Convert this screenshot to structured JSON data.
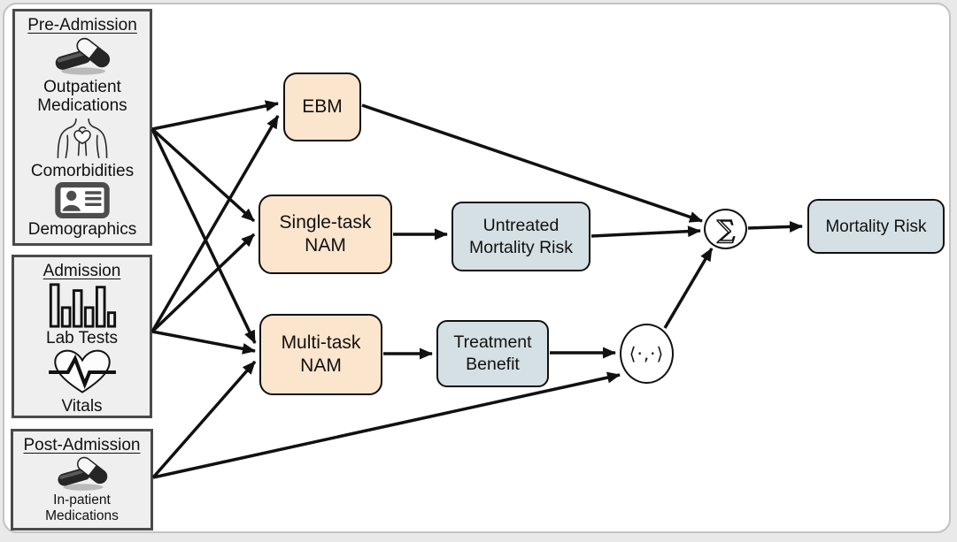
{
  "panels": {
    "pre": {
      "title": "Pre-Admission",
      "outpatient_line1": "Outpatient",
      "outpatient_line2": "Medications",
      "comorbidities": "Comorbidities",
      "demographics": "Demographics"
    },
    "admission": {
      "title": "Admission",
      "lab_tests": "Lab Tests",
      "vitals": "Vitals"
    },
    "post": {
      "title": "Post-Admission",
      "inpatient_line1": "In-patient",
      "inpatient_line2": "Medications"
    }
  },
  "models": {
    "ebm": "EBM",
    "single_line1": "Single-task",
    "single_line2": "NAM",
    "multi_line1": "Multi-task",
    "multi_line2": "NAM"
  },
  "outputs": {
    "untreated_line1": "Untreated",
    "untreated_line2": "Mortality Risk",
    "benefit_line1": "Treatment",
    "benefit_line2": "Benefit",
    "final": "Mortality Risk"
  },
  "operators": {
    "sum": "∑",
    "inner_product": "⟨·,·⟩"
  },
  "icons": {
    "pre_medications": "pills-icon",
    "comorbidities": "torso-heart-icon",
    "demographics": "id-card-icon",
    "lab_tests": "bar-chart-icon",
    "vitals": "heart-pulse-icon",
    "post_medications": "pills-icon"
  },
  "colors": {
    "model_fill": "#fce5cd",
    "output_fill": "#d4e0e3",
    "panel_fill": "#efefef",
    "node_border": "#101010",
    "frame_border": "#c2c2c2",
    "arrow": "#111111"
  }
}
